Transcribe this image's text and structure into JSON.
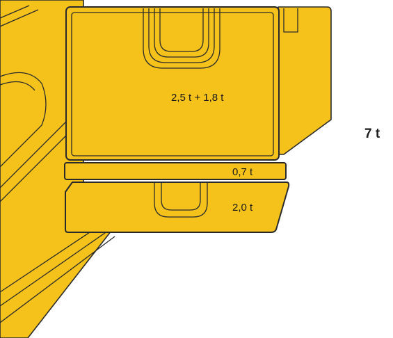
{
  "diagram": {
    "colors": {
      "fill": "#f5c21b",
      "stroke": "#2a2a2a",
      "background": "#ffffff"
    },
    "labels": {
      "upper_block": "2,5 t + 1,8 t",
      "spacer": "0,7 t",
      "lower_block": "2,0 t",
      "total": "7 t"
    }
  }
}
